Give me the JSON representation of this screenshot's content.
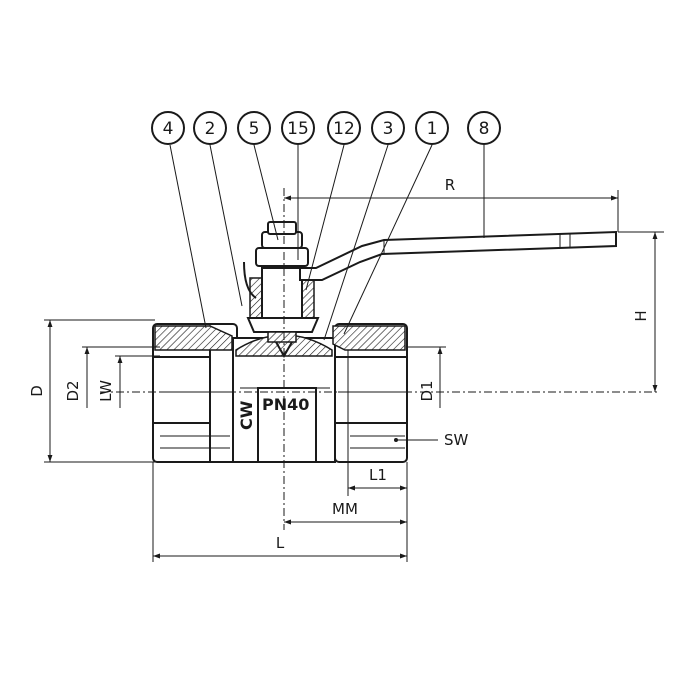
{
  "callouts": [
    "4",
    "2",
    "5",
    "15",
    "12",
    "3",
    "1",
    "8"
  ],
  "dimensions": {
    "R": "R",
    "H": "H",
    "D": "D",
    "D2": "D2",
    "LW": "LW",
    "D1": "D1",
    "SW": "SW",
    "L1": "L1",
    "MM": "MM",
    "L": "L"
  },
  "body_marks": {
    "cw": "CW",
    "pn": "PN40"
  }
}
